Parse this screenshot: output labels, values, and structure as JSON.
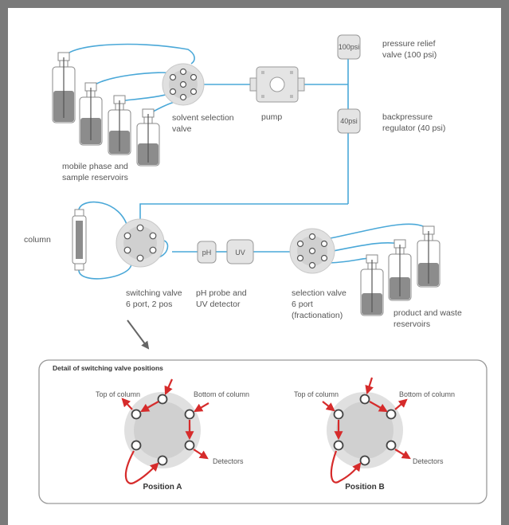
{
  "colors": {
    "frame": "#7a7a7a",
    "tubing": "#4aa8d8",
    "device_fill": "#e4e4e4",
    "device_stroke": "#9a9a9a",
    "liquid": "#8c8c8c",
    "arrow": "#d62b2b",
    "text": "#555555"
  },
  "labels": {
    "pressure_relief": [
      "pressure relief",
      "valve (100 psi)"
    ],
    "relief_tag": "100psi",
    "backpressure": [
      "backpressure",
      "regulator (40 psi)"
    ],
    "backpressure_tag": "40psi",
    "pump": "pump",
    "solvent_valve": [
      "solvent selection",
      "valve"
    ],
    "reservoirs": [
      "mobile phase and",
      "sample reservoirs"
    ],
    "column": "column",
    "switching_valve": [
      "switching valve",
      "6 port, 2 pos"
    ],
    "ph_tag": "pH",
    "uv_tag": "UV",
    "detectors": [
      "pH probe and",
      "UV detector"
    ],
    "selection_valve": [
      "selection valve",
      "6 port",
      "(fractionation)"
    ],
    "product_waste": [
      "product and waste",
      "reservoirs"
    ]
  },
  "detail": {
    "title": "Detail of switching valve positions",
    "position_a": {
      "top_of_column": "Top of column",
      "bottom_of_column": "Bottom of column",
      "detectors": "Detectors",
      "caption": "Position A"
    },
    "position_b": {
      "top_of_column": "Top of column",
      "bottom_of_column": "Bottom of column",
      "detectors": "Detectors",
      "caption": "Position B"
    }
  }
}
